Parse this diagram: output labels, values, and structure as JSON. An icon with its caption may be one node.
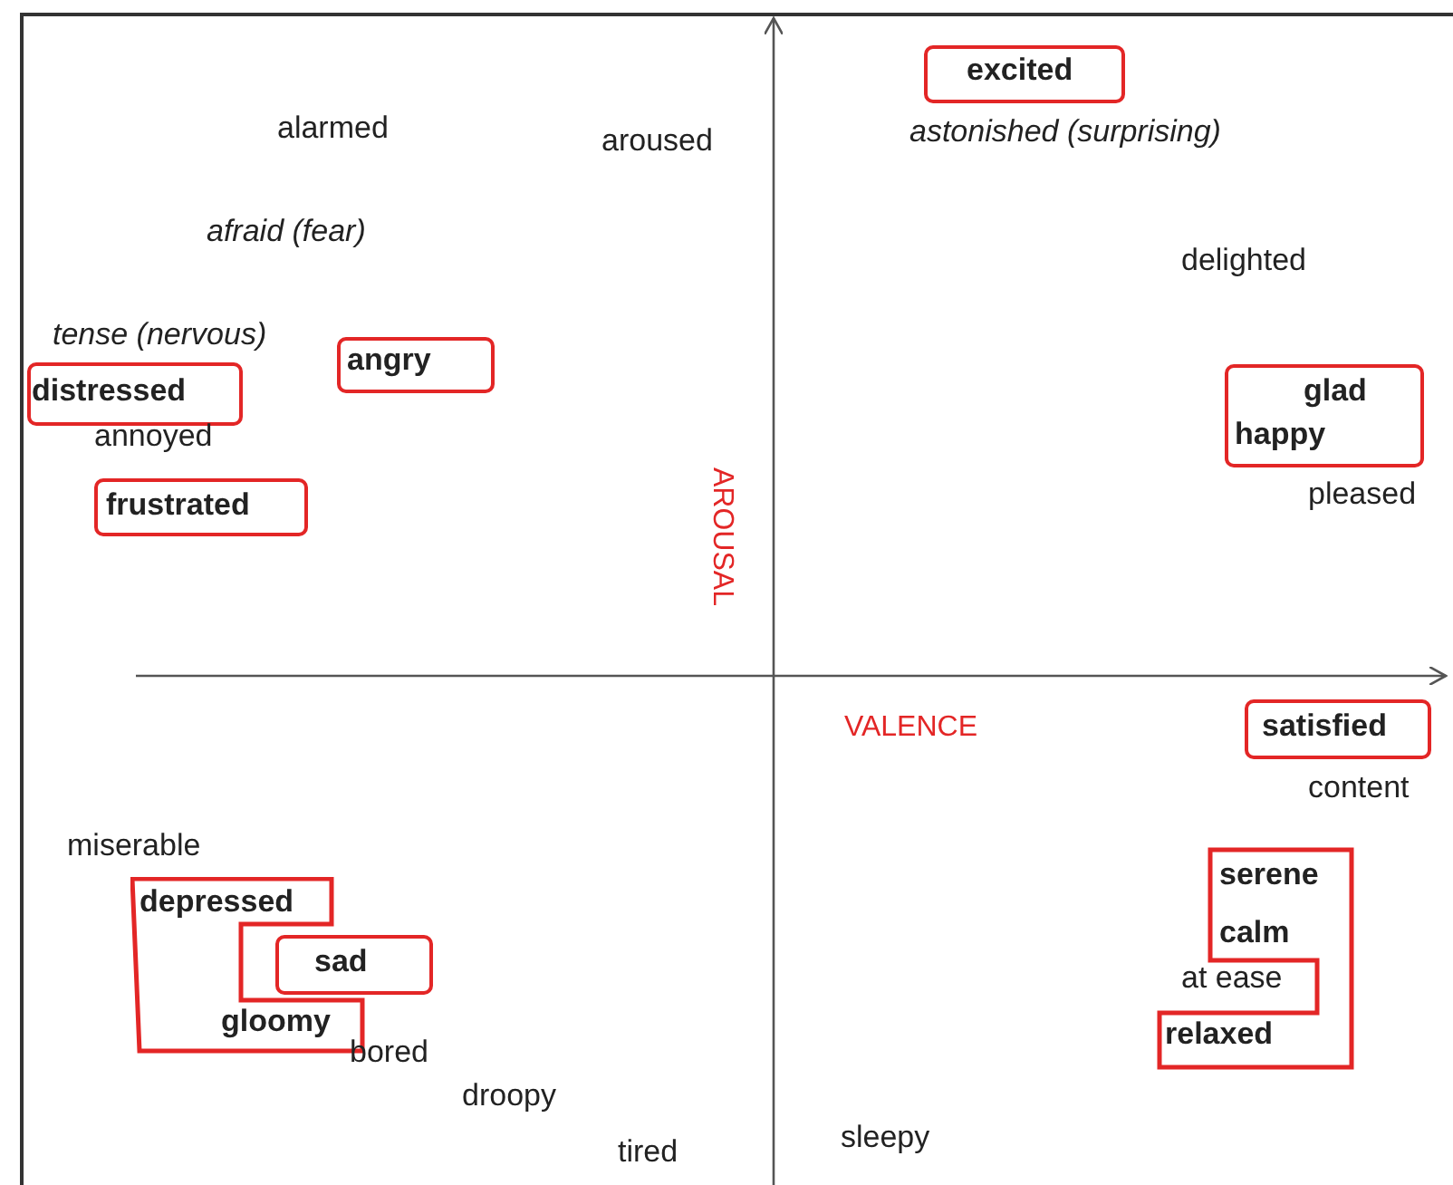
{
  "diagram": {
    "nodes": [
      {
        "text": [
          "excited"
        ]
      },
      {
        "text": [
          "angry"
        ]
      },
      {
        "text": [
          "distressed"
        ]
      },
      {
        "text": [
          "frustrated"
        ]
      },
      {
        "text": [
          "glad",
          "happy"
        ]
      },
      {
        "text": [
          "satisfied"
        ]
      },
      {
        "text": [
          "depressed",
          "gloomy"
        ]
      },
      {
        "text": [
          "sad"
        ]
      },
      {
        "text": [
          "serene",
          "calm",
          "at ease",
          "relaxed"
        ]
      }
    ],
    "labels": [
      "alarmed",
      "aroused",
      "astonished (surprising)",
      "afraid (fear)",
      "delighted",
      "tense (nervous)",
      "annoyed",
      "pleased",
      "AROUSAL",
      "VALENCE",
      "content",
      "miserable",
      "bored",
      "droopy",
      "tired",
      "sleepy"
    ]
  }
}
